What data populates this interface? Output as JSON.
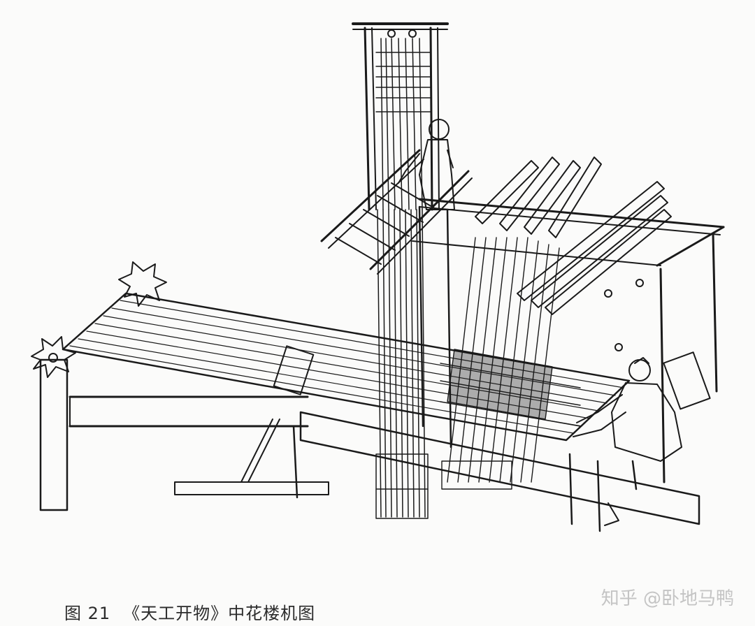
{
  "caption": {
    "figure_number": "图 21",
    "title": "《天工开物》中花楼机图"
  },
  "watermark": {
    "text": "知乎 @卧地马鸭"
  },
  "illustration": {
    "subject": "drawloom-illustration",
    "ink_color": "#1a1a1a",
    "paper_color": "#fbfbfa"
  }
}
